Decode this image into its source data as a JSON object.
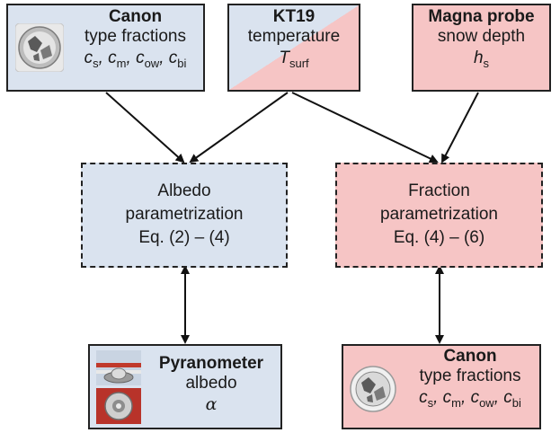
{
  "boxes": {
    "canon_top": {
      "title": "Canon",
      "subtitle": "type fractions",
      "symbols": [
        {
          "base": "c",
          "sub": "s",
          "sep": ", "
        },
        {
          "base": "c",
          "sub": "m",
          "sep": ", "
        },
        {
          "base": "c",
          "sub": "ow",
          "sep": ", "
        },
        {
          "base": "c",
          "sub": "bi",
          "sep": ""
        }
      ]
    },
    "kt19": {
      "title": "KT19",
      "subtitle": "temperature",
      "symbol": {
        "base": "T",
        "sub": "surf"
      }
    },
    "magna": {
      "title": "Magna probe",
      "subtitle": "snow depth",
      "symbol": {
        "base": "h",
        "sub": "s"
      }
    },
    "albedo_param": {
      "lines": [
        "Albedo",
        "parametrization",
        "Eq. (2) – (4)"
      ]
    },
    "fraction_param": {
      "lines": [
        "Fraction",
        "parametrization",
        "Eq. (4) – (6)"
      ]
    },
    "pyranometer": {
      "title": "Pyranometer",
      "subtitle": "albedo",
      "symbol": "α"
    },
    "canon_bottom": {
      "title": "Canon",
      "subtitle": "type fractions",
      "symbols": [
        {
          "base": "c",
          "sub": "s",
          "sep": ", "
        },
        {
          "base": "c",
          "sub": "m",
          "sep": ", "
        },
        {
          "base": "c",
          "sub": "ow",
          "sep": ", "
        },
        {
          "base": "c",
          "sub": "bi",
          "sep": ""
        }
      ]
    }
  },
  "colors": {
    "blue_fill": "#dae3ef",
    "pink_fill": "#f6c5c5",
    "border": "#222222"
  },
  "icons": [
    "fisheye-camera-icon",
    "pyranometer-photo-icon"
  ]
}
